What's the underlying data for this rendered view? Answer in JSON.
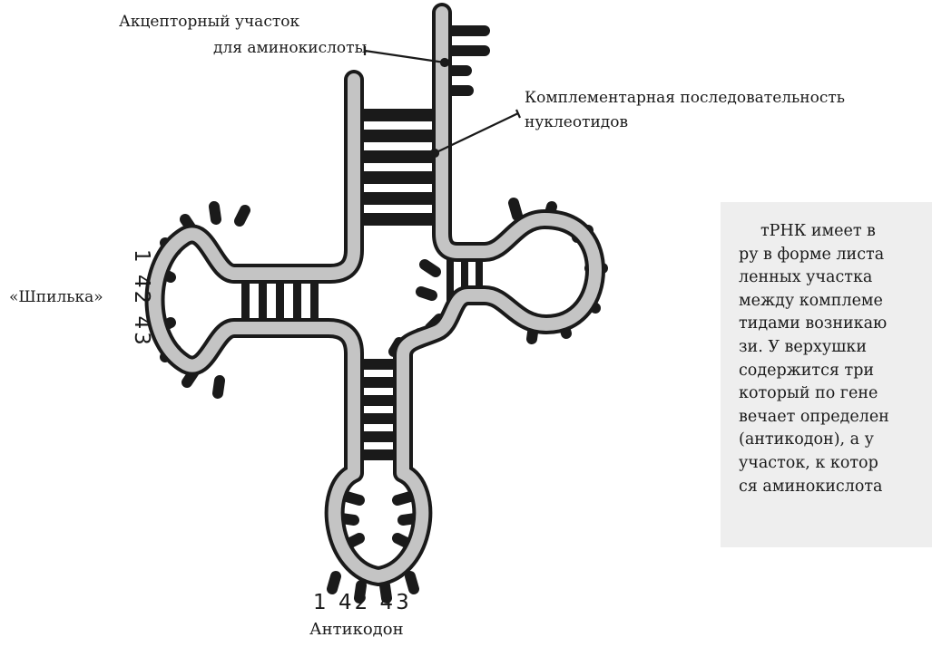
{
  "labels": {
    "acceptor_line1": "Акцепторный  участок",
    "acceptor_line2": "для аминокислоты",
    "complementary_line1": "Комплементарная последовательность",
    "complementary_line2": "нуклеотидов",
    "hairpin": "«Шпилька»",
    "anticodon": "Антикодон"
  },
  "codon_digits": {
    "bottom": "1 42 43",
    "left": "1 42 43"
  },
  "info_box": {
    "lines": [
      "тРНК имеет в",
      "ру в форме листа",
      "ленных  участка",
      "между комплеме",
      "тидами возникаю",
      "зи.  У  верхушки",
      "содержится  три",
      "который по гене",
      "вечает определен",
      "(антикодон), а у",
      "участок, к котор",
      "ся аминокислота"
    ]
  },
  "colors": {
    "strand_outline": "#1a1a1a",
    "strand_fill": "#c4c4c4",
    "base_pair": "#1a1a1a",
    "box_background": "#eeeeee"
  }
}
